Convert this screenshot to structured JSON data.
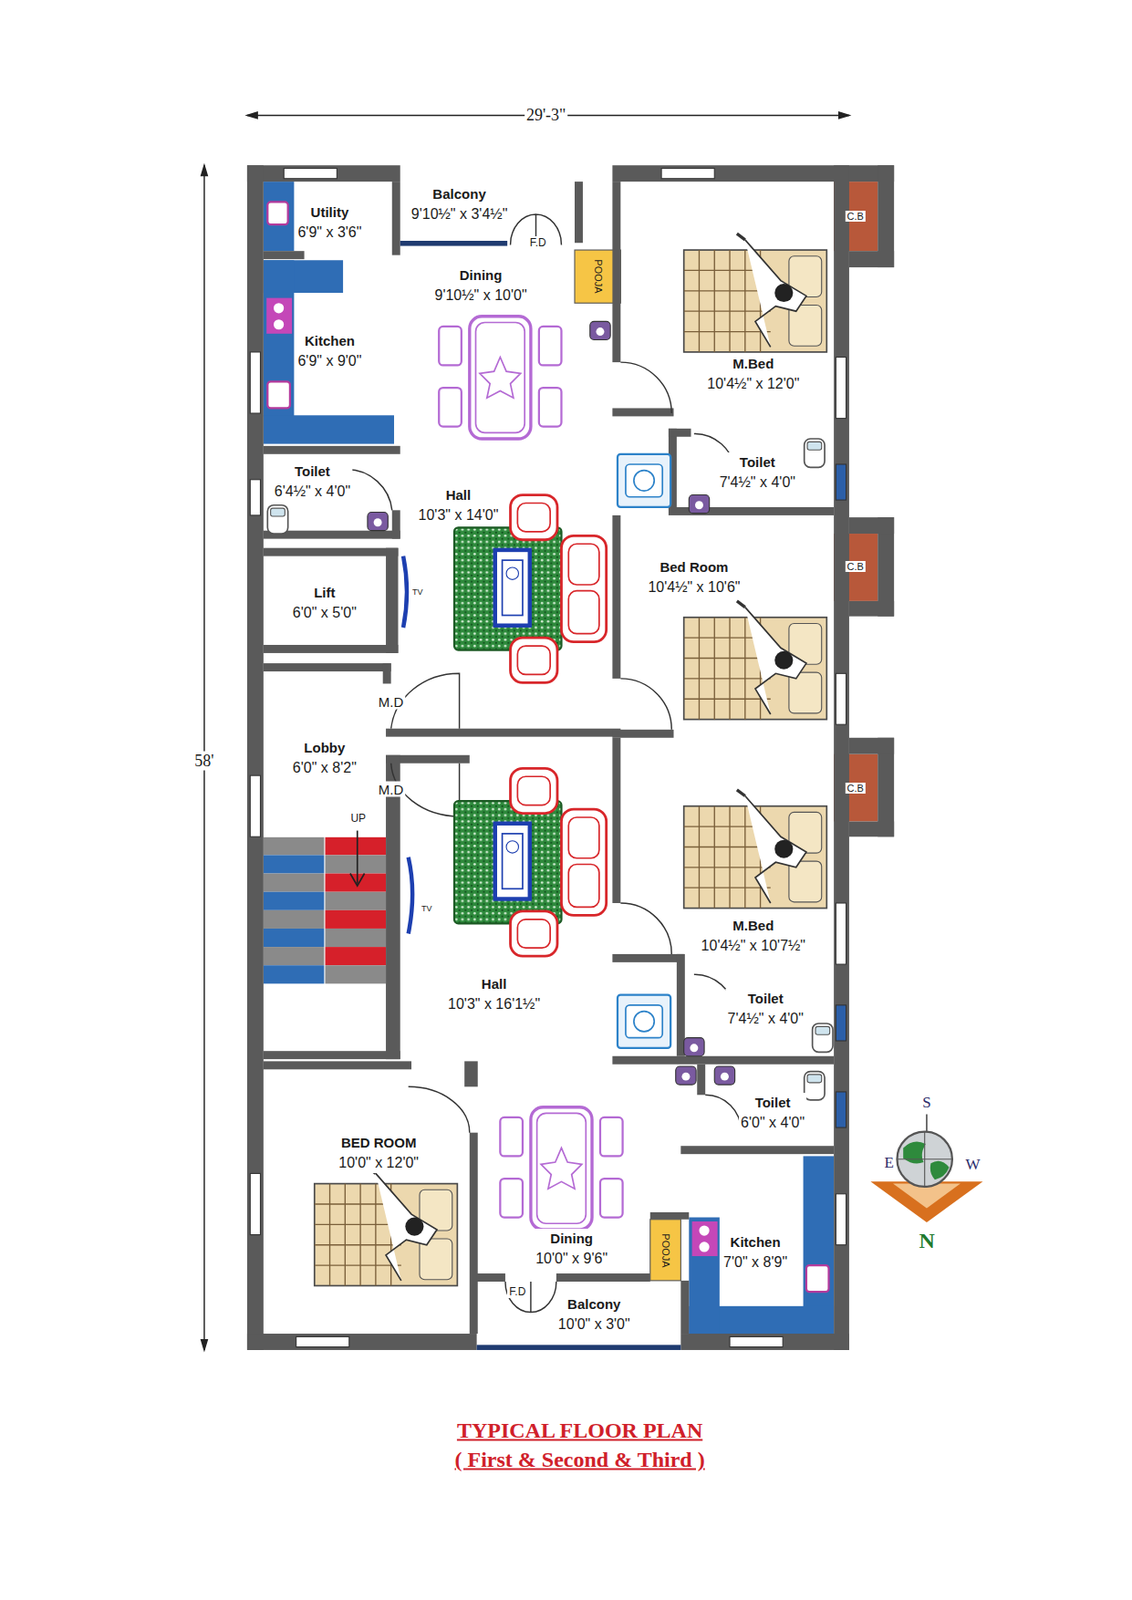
{
  "diagram": {
    "title": "TYPICAL FLOOR PLAN",
    "caption": "( First & Second & Third )",
    "nodes": [
      {
        "text": [
          "Balcony",
          "9'10½\" x 3'4½\""
        ]
      },
      {
        "text": [
          "Utility",
          "6'9\" x 3'6\""
        ]
      },
      {
        "text": [
          "Dining",
          "9'10½\" x 10'0\""
        ]
      },
      {
        "text": [
          "Kitchen",
          "6'9\" x 9'0\""
        ]
      },
      {
        "text": [
          "M.Bed",
          "10'4½\" x 12'0\""
        ]
      },
      {
        "text": [
          "Toilet",
          "7'4½\" x 4'0\""
        ]
      },
      {
        "text": [
          "Toilet",
          "6'4½\" x 4'0\""
        ]
      },
      {
        "text": [
          "Hall",
          "10'3\" x 14'0\""
        ]
      },
      {
        "text": [
          "Bed Room",
          "10'4½\" x 10'6\""
        ]
      },
      {
        "text": [
          "Lift",
          "6'0\" x 5'0\""
        ]
      },
      {
        "text": [
          "Lobby",
          "6'0\" x 8'2\""
        ]
      },
      {
        "text": [
          "M.Bed",
          "10'4½\" x 10'7½\""
        ]
      },
      {
        "text": [
          "Hall",
          "10'3\" x 16'1½\""
        ]
      },
      {
        "text": [
          "Toilet",
          "7'4½\" x 4'0\""
        ]
      },
      {
        "text": [
          "Toilet",
          "6'0\" x 4'0\""
        ]
      },
      {
        "text": [
          "BED ROOM",
          "10'0\" x 12'0\""
        ]
      },
      {
        "text": [
          "Dining",
          "10'0\" x 9'6\""
        ]
      },
      {
        "text": [
          "Kitchen",
          "7'0\" x 8'9\""
        ]
      },
      {
        "text": [
          "Balcony",
          "10'0\" x 3'0\""
        ]
      }
    ],
    "labels": [
      "29'-3\"",
      "C.B",
      "F.D",
      "POOJA",
      "C.B",
      "TV",
      "M.D",
      "58'",
      "M.D",
      "C.B",
      "UP",
      "TV",
      "S",
      "E",
      "W",
      "N",
      "POOJA",
      "F.D"
    ]
  }
}
